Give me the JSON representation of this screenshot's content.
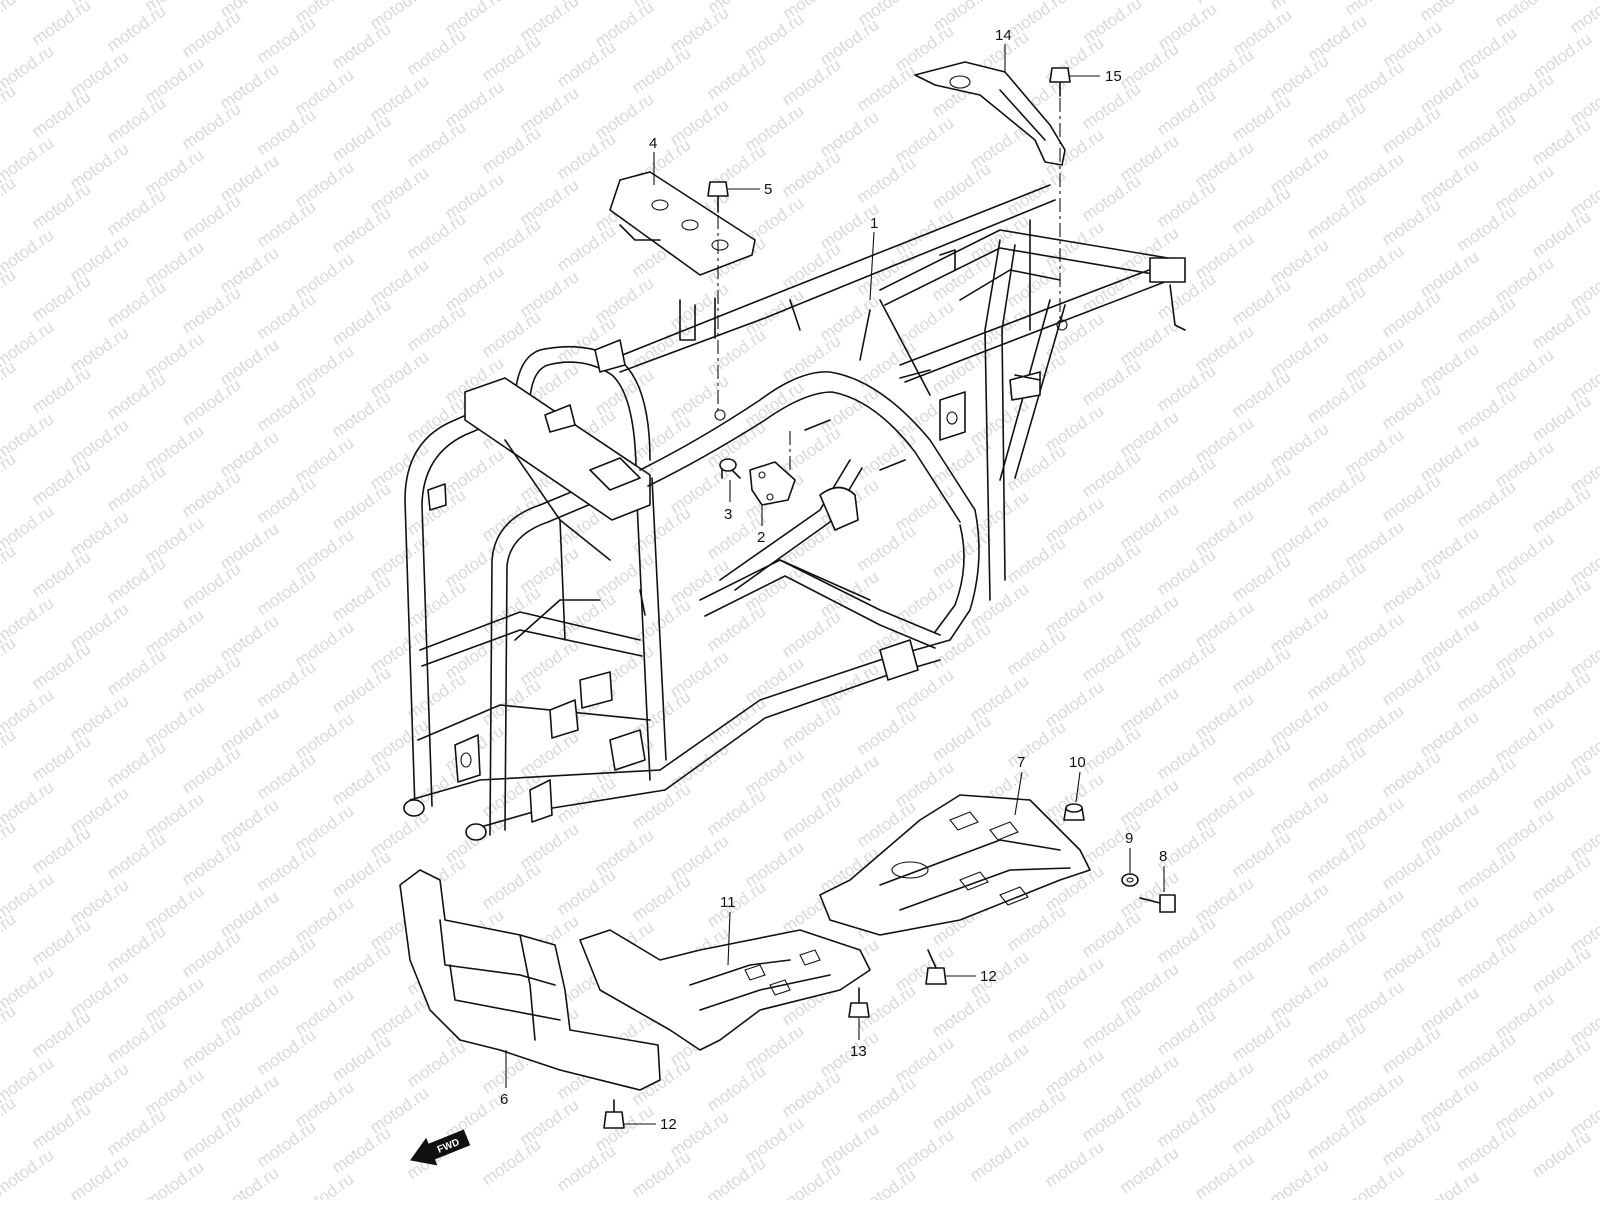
{
  "watermark": {
    "text": "motod.ru",
    "color": "#d9d9d9"
  },
  "direction_badge": {
    "label": "FWD"
  },
  "callouts": [
    {
      "id": "c14",
      "label": "14"
    },
    {
      "id": "c15",
      "label": "15"
    },
    {
      "id": "c4",
      "label": "4"
    },
    {
      "id": "c5",
      "label": "5"
    },
    {
      "id": "c1",
      "label": "1"
    },
    {
      "id": "c3",
      "label": "3"
    },
    {
      "id": "c2",
      "label": "2"
    },
    {
      "id": "c7",
      "label": "7"
    },
    {
      "id": "c10",
      "label": "10"
    },
    {
      "id": "c9",
      "label": "9"
    },
    {
      "id": "c8",
      "label": "8"
    },
    {
      "id": "c11",
      "label": "11"
    },
    {
      "id": "c12a",
      "label": "12"
    },
    {
      "id": "c13",
      "label": "13"
    },
    {
      "id": "c6",
      "label": "6"
    },
    {
      "id": "c12b",
      "label": "12"
    }
  ]
}
